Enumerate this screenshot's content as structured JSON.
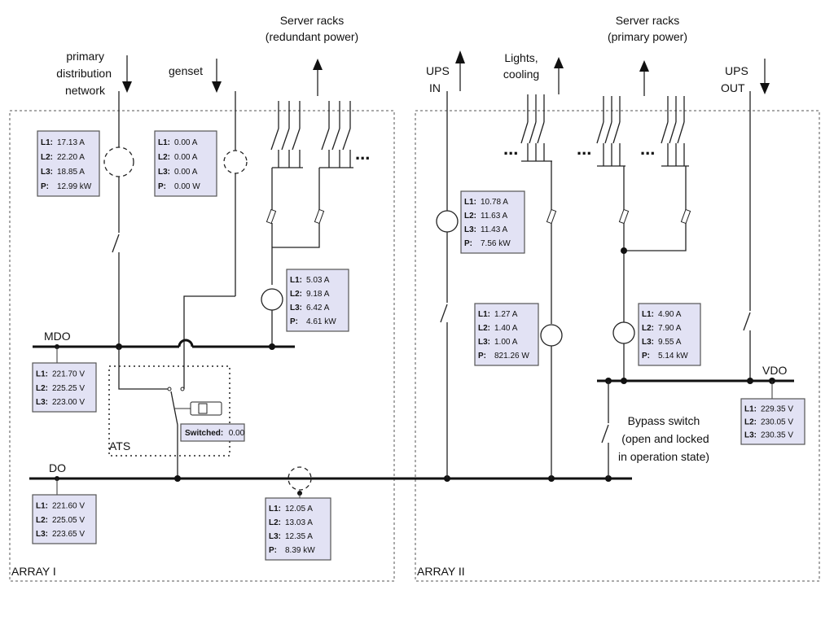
{
  "labels": {
    "primary_line1": "primary",
    "primary_line2": "distribution",
    "primary_line3": "network",
    "genset": "genset",
    "racks_red_line1": "Server racks",
    "racks_red_line2": "(redundant power)",
    "ups_in_line1": "UPS",
    "ups_in_line2": "IN",
    "lights_line1": "Lights,",
    "lights_line2": "cooling",
    "racks_pri_line1": "Server racks",
    "racks_pri_line2": "(primary power)",
    "ups_out_line1": "UPS",
    "ups_out_line2": "OUT",
    "mdo": "MDO",
    "do": "DO",
    "vdo": "VDO",
    "ats": "ATS",
    "bypass_line1": "Bypass switch",
    "bypass_line2": "(open and locked",
    "bypass_line3": "in operation state)",
    "array1": "ARRAY I",
    "array2": "ARRAY II",
    "ellipsis": "..."
  },
  "meters": {
    "primary": [
      {
        "k": "L1:",
        "v": "17.13 A"
      },
      {
        "k": "L2:",
        "v": "22.20 A"
      },
      {
        "k": "L3:",
        "v": "18.85 A"
      },
      {
        "k": "P:",
        "v": "12.99 kW"
      }
    ],
    "genset": [
      {
        "k": "L1:",
        "v": "0.00 A"
      },
      {
        "k": "L2:",
        "v": "0.00 A"
      },
      {
        "k": "L3:",
        "v": "0.00 A"
      },
      {
        "k": "P:",
        "v": "0.00 W"
      }
    ],
    "racks_redundant": [
      {
        "k": "L1:",
        "v": "5.03 A"
      },
      {
        "k": "L2:",
        "v": "9.18 A"
      },
      {
        "k": "L3:",
        "v": "6.42 A"
      },
      {
        "k": "P:",
        "v": "4.61 kW"
      }
    ],
    "mdo_voltage": [
      {
        "k": "L1:",
        "v": "221.70 V"
      },
      {
        "k": "L2:",
        "v": "225.25 V"
      },
      {
        "k": "L3:",
        "v": "223.00 V"
      }
    ],
    "do_voltage": [
      {
        "k": "L1:",
        "v": "221.60 V"
      },
      {
        "k": "L2:",
        "v": "225.05 V"
      },
      {
        "k": "L3:",
        "v": "223.65 V"
      }
    ],
    "do_feed": [
      {
        "k": "L1:",
        "v": "12.05 A"
      },
      {
        "k": "L2:",
        "v": "13.03 A"
      },
      {
        "k": "L3:",
        "v": "12.35 A"
      },
      {
        "k": "P:",
        "v": "8.39 kW"
      }
    ],
    "ups_in": [
      {
        "k": "L1:",
        "v": "10.78 A"
      },
      {
        "k": "L2:",
        "v": "11.63 A"
      },
      {
        "k": "L3:",
        "v": "11.43 A"
      },
      {
        "k": "P:",
        "v": "7.56 kW"
      }
    ],
    "lights": [
      {
        "k": "L1:",
        "v": "1.27 A"
      },
      {
        "k": "L2:",
        "v": "1.40 A"
      },
      {
        "k": "L3:",
        "v": "1.00 A"
      },
      {
        "k": "P:",
        "v": "821.26 W"
      }
    ],
    "racks_primary": [
      {
        "k": "L1:",
        "v": "4.90 A"
      },
      {
        "k": "L2:",
        "v": "7.90 A"
      },
      {
        "k": "L3:",
        "v": "9.55 A"
      },
      {
        "k": "P:",
        "v": "5.14 kW"
      }
    ],
    "vdo_voltage": [
      {
        "k": "L1:",
        "v": "229.35 V"
      },
      {
        "k": "L2:",
        "v": "230.05 V"
      },
      {
        "k": "L3:",
        "v": "230.35 V"
      }
    ]
  },
  "ats_status": {
    "key": "Switched:",
    "value": "0.00"
  }
}
